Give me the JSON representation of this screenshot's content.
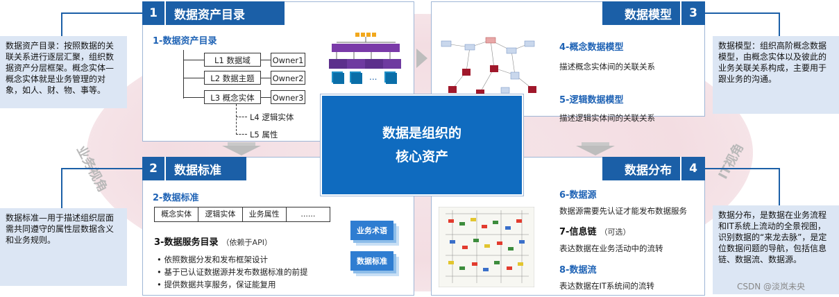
{
  "center": {
    "line1": "数据是组织的",
    "line2": "核心资产"
  },
  "side_labels": {
    "left": "业务视角",
    "right": "IT视角"
  },
  "panel1": {
    "num": "1",
    "title": "数据资产目录",
    "sub": "1-数据资产目录",
    "levels": [
      "L1 数据域",
      "L2 数据主题",
      "L3 概念实体",
      "L4 逻辑实体",
      "L5 属性"
    ],
    "owners": [
      "Owner1",
      "Owner2",
      "Owner3"
    ]
  },
  "panel2": {
    "num": "2",
    "title": "数据标准",
    "sub": "2-数据标准",
    "table": [
      "概念实体",
      "逻辑实体",
      "业务属性",
      "......"
    ],
    "service_title": "3-数据服务目录",
    "service_note": "（依赖于API）",
    "bullets": [
      "依照数据分发和发布框架设计",
      "基于已认证数据源并发布数据标准的前提",
      "提供数据共享服务，保证能复用"
    ],
    "tags": [
      "业务术语",
      "数据标准"
    ]
  },
  "panel3": {
    "num": "3",
    "title": "数据模型",
    "items": [
      {
        "head": "4-概念数据模型",
        "desc": "描述概念实体间的关联关系"
      },
      {
        "head": "5-逻辑数据模型",
        "desc": "描述逻辑实体间的关联关系"
      }
    ]
  },
  "panel4": {
    "num": "4",
    "title": "数据分布",
    "items": [
      {
        "head": "6-数据源",
        "note": "",
        "desc": "数据源需要先认证才能发布数据服务"
      },
      {
        "head": "7-信息链",
        "note": "（可选）",
        "desc": "表达数据在业务活动中的流转"
      },
      {
        "head": "8-数据流",
        "note": "",
        "desc": "表达数据在IT系统间的流转"
      }
    ]
  },
  "notes": {
    "tl": "数据资产目录：按照数据的关联关系进行逐层汇聚，组织数据资产分层框架。概念实体—概念实体就是业务管理的对象，如人、财、物、事等。",
    "bl": "数据标准—用于描述组织层面需共同遵守的属性层数据含义和业务规则。",
    "tr": "数据模型：组织高阶概念数据模型，由概念实体以及彼此的业务关联关系构成，主要用于跟业务的沟通。",
    "br": "数据分布，是数据在业务流程和IT系统上流动的全景视图，识别数据的“来龙去脉”，是定位数据问题的导航，包括信息链、数据流、数据源。"
  },
  "watermark": "CSDN @淡岚未央",
  "colors": {
    "primary": "#1b5fa7",
    "accent_text": "#1f63b5",
    "note_bg": "#dce6f4"
  }
}
